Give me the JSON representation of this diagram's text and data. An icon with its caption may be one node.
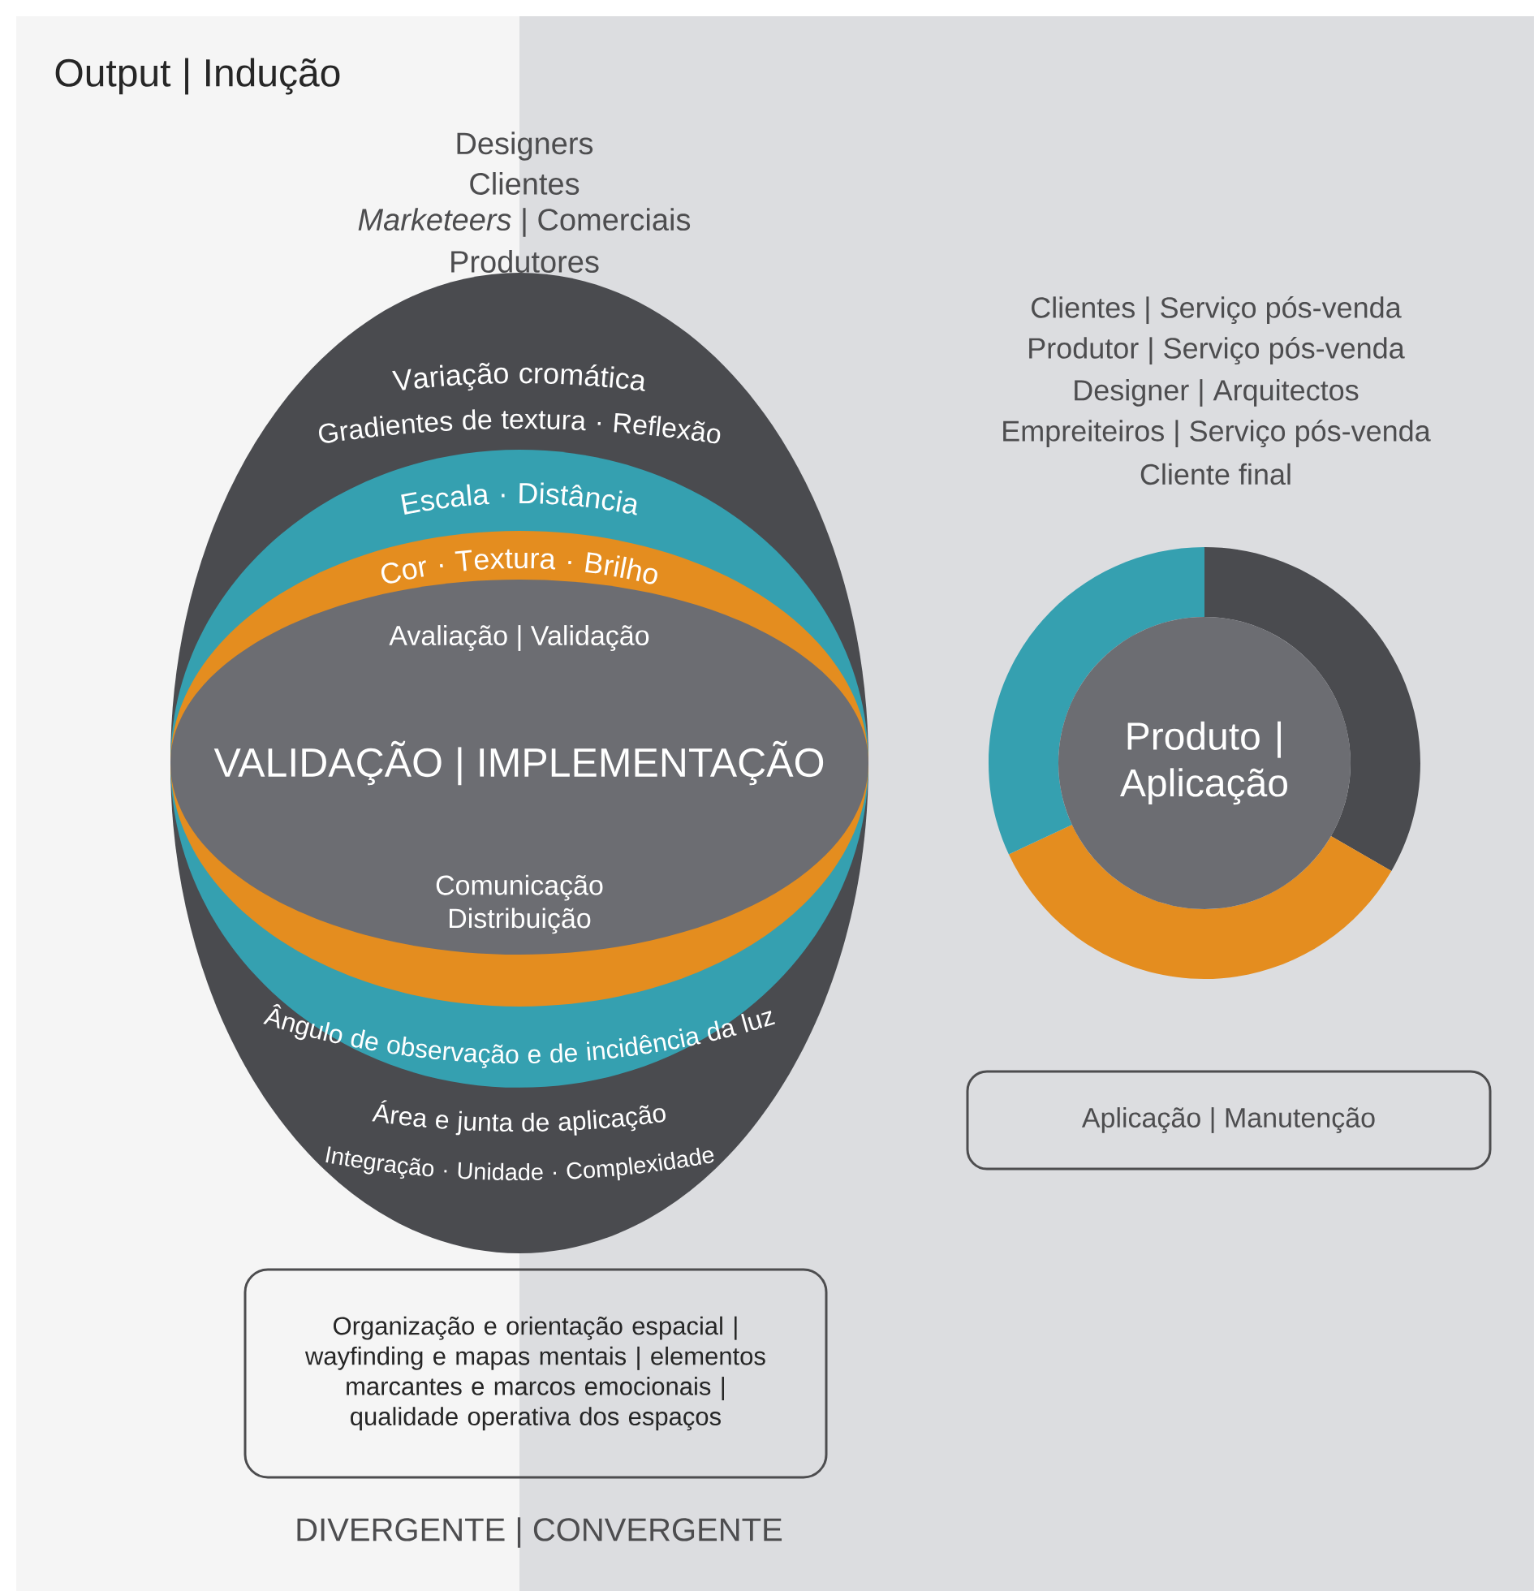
{
  "diagram": {
    "title": "Output | Indução",
    "nodes": [
      {
        "text": [
          "Variação cromática",
          "Gradientes de textura · Reflexão",
          "Área e junta de aplicação",
          "Integração · Unidade · Complexidade"
        ]
      },
      {
        "text": [
          "Escala · Distância",
          "Ângulo de observação e de incidência da luz"
        ],
        "in": 0
      },
      {
        "text": [
          "Cor · Textura · Brilho"
        ],
        "in": 1
      },
      {
        "text": [
          "Avaliação | Validação",
          "VALIDAÇÃO | IMPLEMENTAÇÃO",
          "Comunicação Distribuição"
        ],
        "in": 2
      },
      {
        "text": [
          "Produto | Aplicação"
        ]
      },
      {
        "text": [
          "Aplicação | Manutenção"
        ]
      },
      {
        "text": [
          "Organização e orientação espacial | wayfinding e mapas mentais | elementos marcantes e marcos emocionais | qualidade operativa dos espaços"
        ]
      }
    ],
    "labels": [
      "Designers",
      "Clientes",
      "*Marketeers* | Comerciais",
      "Produtores",
      "Clientes | Serviço pós-venda",
      "Produtor | Serviço pós-venda",
      "Designer | Arquitectos",
      "Empreiteiros | Serviço pós-venda",
      "Cliente final",
      "DIVERGENTE | CONVERGENTE"
    ]
  }
}
